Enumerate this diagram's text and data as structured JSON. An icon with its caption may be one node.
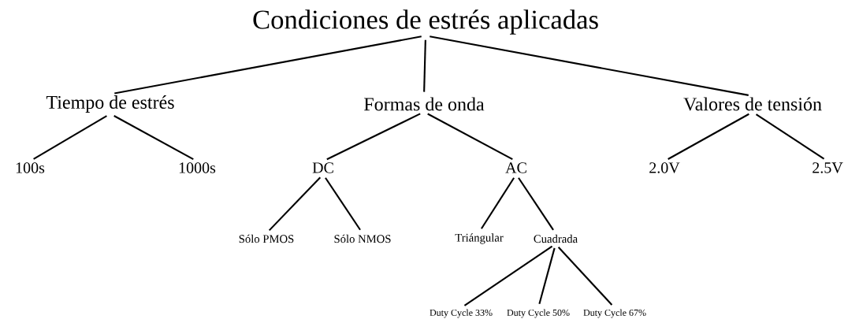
{
  "diagram": {
    "nodes": [
      {
        "text": [
          "Condiciones de estrés aplicadas"
        ]
      },
      {
        "text": [
          "Tiempo de estrés"
        ]
      },
      {
        "text": [
          "Formas de onda"
        ]
      },
      {
        "text": [
          "Valores de tensión"
        ]
      },
      {
        "text": [
          "100s"
        ]
      },
      {
        "text": [
          "1000s"
        ]
      },
      {
        "text": [
          "DC"
        ]
      },
      {
        "text": [
          "AC"
        ]
      },
      {
        "text": [
          "2.0V"
        ]
      },
      {
        "text": [
          "2.5V"
        ]
      },
      {
        "text": [
          "Sólo PMOS"
        ]
      },
      {
        "text": [
          "Sólo NMOS"
        ]
      },
      {
        "text": [
          "Triángular"
        ]
      },
      {
        "text": [
          "Cuadrada"
        ]
      },
      {
        "text": [
          "Duty Cycle 33%"
        ]
      },
      {
        "text": [
          "Duty Cycle 50%"
        ]
      },
      {
        "text": [
          "Duty Cycle 67%"
        ]
      }
    ],
    "edges": [
      {
        "from": 0,
        "to": 1,
        "arrow": "none"
      },
      {
        "from": 0,
        "to": 2,
        "arrow": "none"
      },
      {
        "from": 0,
        "to": 3,
        "arrow": "none"
      },
      {
        "from": 1,
        "to": 4,
        "arrow": "none"
      },
      {
        "from": 1,
        "to": 5,
        "arrow": "none"
      },
      {
        "from": 2,
        "to": 6,
        "arrow": "none"
      },
      {
        "from": 2,
        "to": 7,
        "arrow": "none"
      },
      {
        "from": 3,
        "to": 8,
        "arrow": "none"
      },
      {
        "from": 3,
        "to": 9,
        "arrow": "none"
      },
      {
        "from": 6,
        "to": 10,
        "arrow": "none"
      },
      {
        "from": 6,
        "to": 11,
        "arrow": "none"
      },
      {
        "from": 7,
        "to": 12,
        "arrow": "none"
      },
      {
        "from": 7,
        "to": 13,
        "arrow": "none"
      },
      {
        "from": 13,
        "to": 14,
        "arrow": "none"
      },
      {
        "from": 13,
        "to": 15,
        "arrow": "none"
      },
      {
        "from": 13,
        "to": 16,
        "arrow": "none"
      }
    ]
  }
}
